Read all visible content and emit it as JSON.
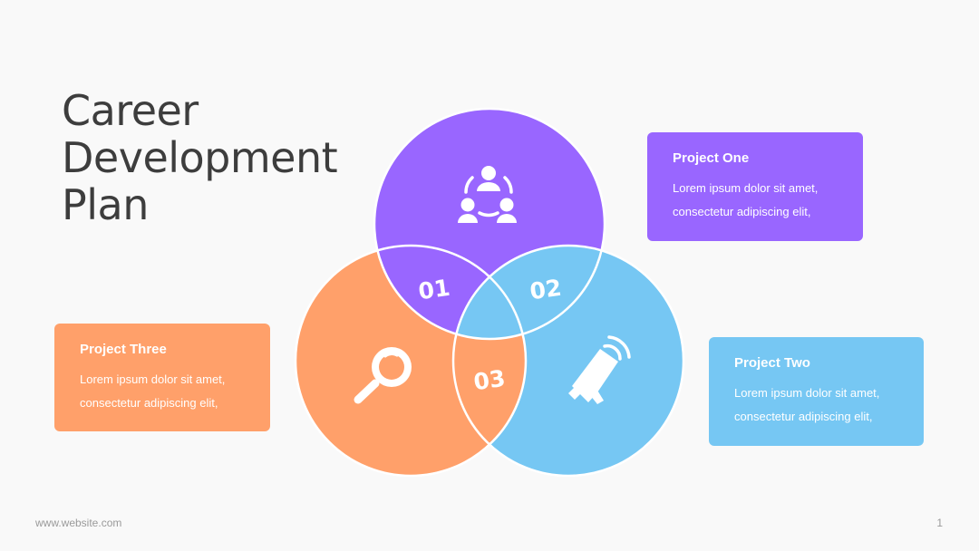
{
  "title": {
    "line1": "Career",
    "line2": "Development",
    "line3": "Plan"
  },
  "colors": {
    "purple": "#9966ff",
    "orange": "#ffa06a",
    "blue": "#76c7f3"
  },
  "venn": {
    "labels": [
      "01",
      "02",
      "03"
    ],
    "icons": [
      "team-icon",
      "magnifier-icon",
      "megaphone-icon"
    ]
  },
  "cards": {
    "one": {
      "title": "Project One",
      "line1": "Lorem ipsum dolor sit amet,",
      "line2": "consectetur adipiscing elit,"
    },
    "two": {
      "title": "Project Two",
      "line1": "Lorem ipsum dolor sit amet,",
      "line2": "consectetur adipiscing elit,"
    },
    "three": {
      "title": "Project Three",
      "line1": "Lorem ipsum dolor sit amet,",
      "line2": "consectetur adipiscing elit,"
    }
  },
  "footer": {
    "website": "www.website.com",
    "page": "1"
  }
}
